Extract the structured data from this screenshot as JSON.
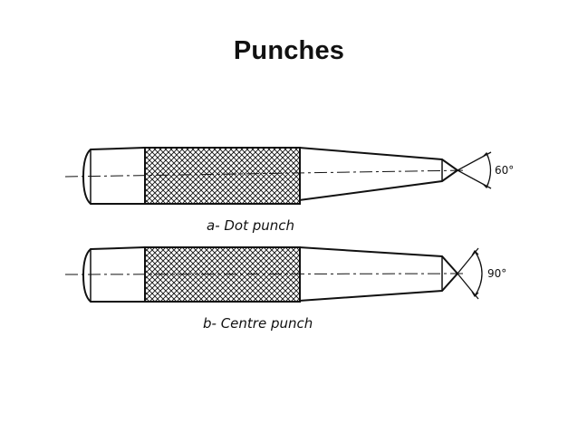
{
  "slide": {
    "title": "Punches"
  },
  "diagram": {
    "dot_punch": {
      "caption": "a- Dot punch",
      "angle_label": "60°"
    },
    "centre_punch": {
      "caption": "b- Centre punch",
      "angle_label": "90°"
    },
    "colors": {
      "ink": "#111111",
      "background": "#ffffff"
    }
  }
}
